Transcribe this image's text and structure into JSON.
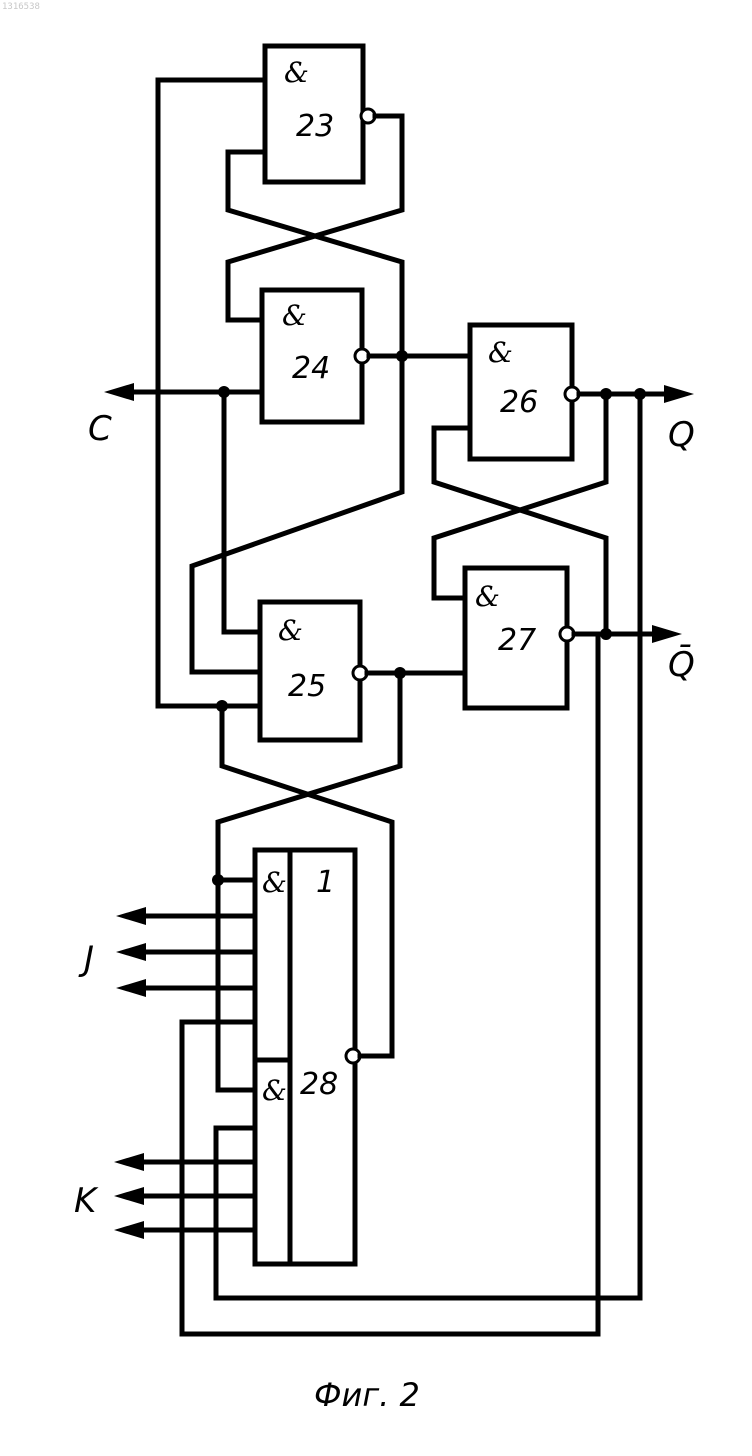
{
  "corner_code": "1316538",
  "caption": "Фиг. 2",
  "signals": {
    "c": "C",
    "q": "Q",
    "q_bar": "Q̄",
    "j": "J",
    "k": "K"
  },
  "gates": [
    {
      "number": "23",
      "symbol": "&"
    },
    {
      "number": "24",
      "symbol": "&"
    },
    {
      "number": "25",
      "symbol": "&"
    },
    {
      "number": "26",
      "symbol": "&"
    },
    {
      "number": "27",
      "symbol": "&"
    },
    {
      "number": "28",
      "symbol": "1",
      "sub_symbols": [
        "&",
        "&"
      ]
    }
  ]
}
